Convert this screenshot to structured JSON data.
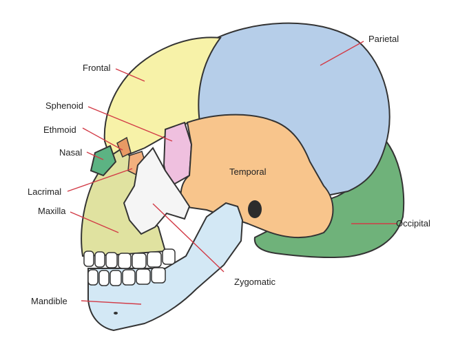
{
  "labels": {
    "frontal": "Frontal",
    "parietal": "Parietal",
    "sphenoid": "Sphenoid",
    "ethmoid": "Ethmoid",
    "nasal": "Nasal",
    "lacrimal": "Lacrimal",
    "maxilla": "Maxilla",
    "temporal": "Temporal",
    "occipital": "Occipital",
    "zygomatic": "Zygomatic",
    "mandible": "Mandible"
  },
  "colors": {
    "frontal": "#f7f2a8",
    "parietal": "#b6cee9",
    "sphenoid": "#efc0df",
    "ethmoid": "#e89a64",
    "nasal": "#5cb383",
    "lacrimal": "#f3b07e",
    "maxilla": "#e0e2a0",
    "temporal": "#f8c58c",
    "occipital": "#6fb27a",
    "zygomatic": "#f5f5f5",
    "mandible": "#d3e8f5",
    "leader": "#d23a46"
  }
}
